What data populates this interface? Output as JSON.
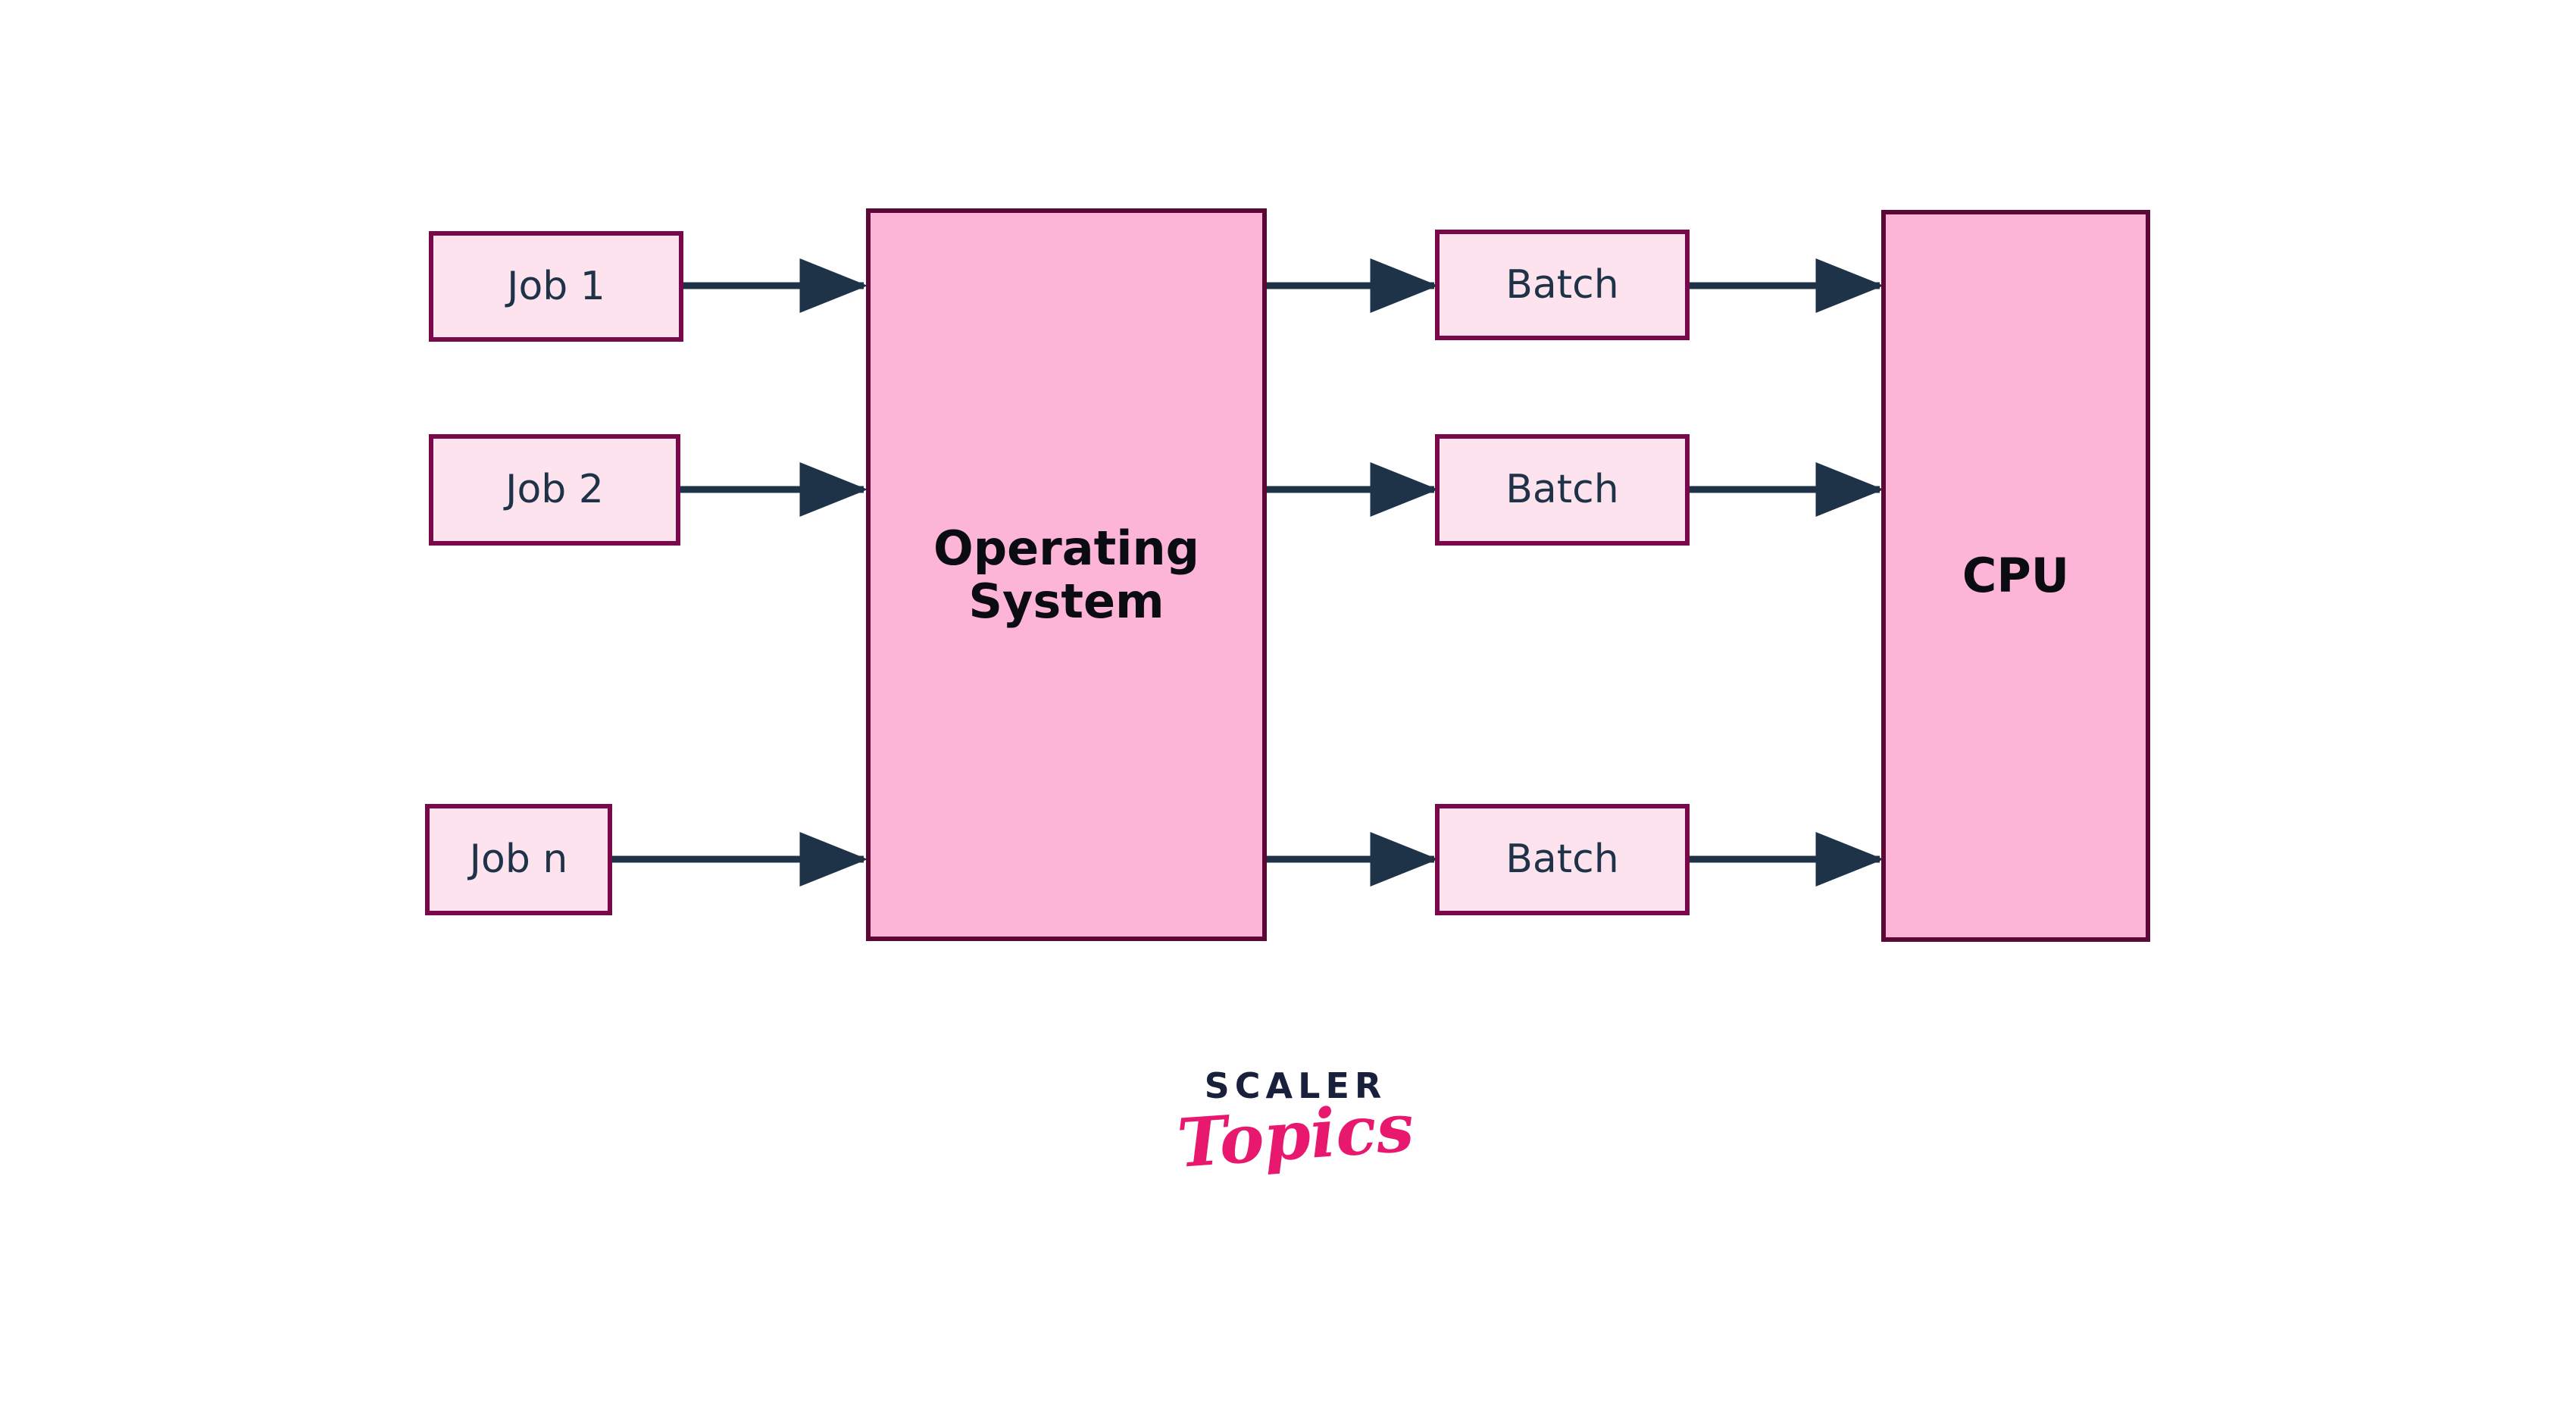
{
  "diagram": {
    "title": "Batch Operating System job flow",
    "background_color": "#ffffff",
    "colors": {
      "node_light_fill": "#fce3ee",
      "node_light_border": "#78084a",
      "node_strong_fill": "#fcb5d6",
      "node_strong_border": "#5c0836",
      "arrow": "#1e3348",
      "label_dark": "#1e3348",
      "label_black": "#0b0b12",
      "logo_dark": "#18203c",
      "logo_pink": "#e8186f"
    },
    "nodes": {
      "job1": {
        "label": "Job 1"
      },
      "job2": {
        "label": "Job 2"
      },
      "jobn": {
        "label": "Job n"
      },
      "os": {
        "label": "Operating\nSystem"
      },
      "batch1": {
        "label": "Batch"
      },
      "batch2": {
        "label": "Batch"
      },
      "batch3": {
        "label": "Batch"
      },
      "cpu": {
        "label": "CPU"
      }
    },
    "edges": [
      {
        "name": "job1-to-os",
        "from": "Job 1",
        "to": "Operating System"
      },
      {
        "name": "job2-to-os",
        "from": "Job 2",
        "to": "Operating System"
      },
      {
        "name": "jobn-to-os",
        "from": "Job n",
        "to": "Operating System"
      },
      {
        "name": "os-to-batch1",
        "from": "Operating System",
        "to": "Batch"
      },
      {
        "name": "os-to-batch2",
        "from": "Operating System",
        "to": "Batch"
      },
      {
        "name": "os-to-batch3",
        "from": "Operating System",
        "to": "Batch"
      },
      {
        "name": "batch1-to-cpu",
        "from": "Batch",
        "to": "CPU"
      },
      {
        "name": "batch2-to-cpu",
        "from": "Batch",
        "to": "CPU"
      },
      {
        "name": "batch3-to-cpu",
        "from": "Batch",
        "to": "CPU"
      }
    ]
  },
  "logo": {
    "primary": "SCALER",
    "secondary": "Topics"
  }
}
